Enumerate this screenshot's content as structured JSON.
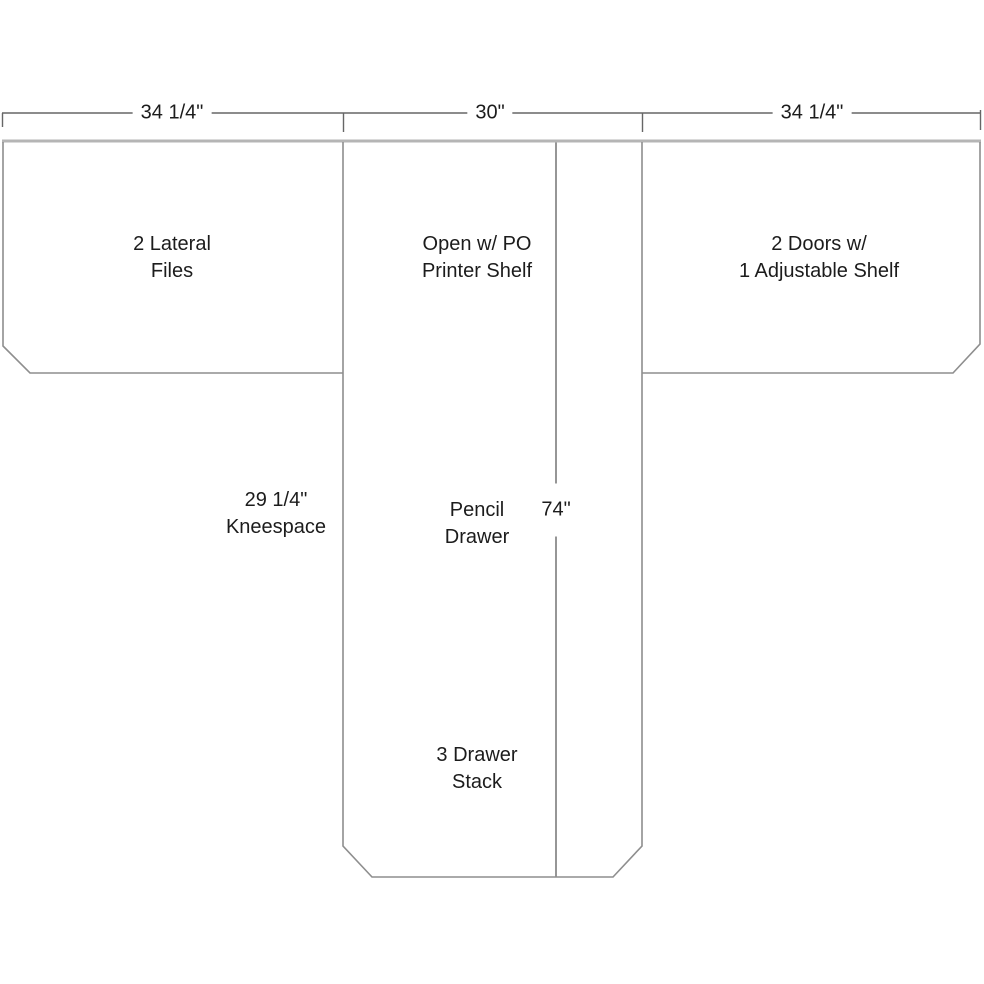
{
  "diagram": {
    "dimensions": {
      "left_section_width": "34 1/4\"",
      "center_section_width": "30\"",
      "right_section_width": "34 1/4\"",
      "overall_length": "74\"",
      "kneespace": "29 1/4\"\nKneespace"
    },
    "labels": {
      "left_section": "2 Lateral\nFiles",
      "center_section": "Open w/ PO\nPrinter Shelf",
      "right_section": "2 Doors w/\n1 Adjustable Shelf",
      "pencil_drawer": "Pencil\nDrawer",
      "drawer_stack": "3 Drawer\nStack"
    },
    "colors": {
      "background": "#ffffff",
      "outline": "#8e8e8e",
      "outline_top_edge": "#b5b5b5",
      "dimension_line": "#666666",
      "text": "#1c1c1c"
    }
  }
}
